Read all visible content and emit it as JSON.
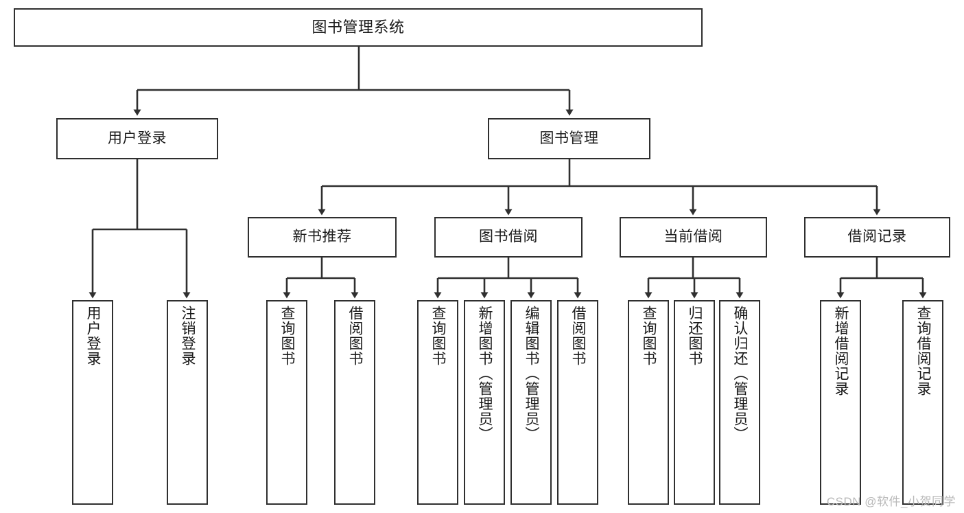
{
  "diagram": {
    "title": "图书管理系统",
    "type": "tree-structure-chart",
    "stroke_color": "#2f2f2f",
    "background_color": "#ffffff",
    "root": {
      "label": "图书管理系统"
    },
    "level2": [
      {
        "label": "用户登录"
      },
      {
        "label": "图书管理"
      }
    ],
    "level3": [
      {
        "label": "新书推荐"
      },
      {
        "label": "图书借阅"
      },
      {
        "label": "当前借阅"
      },
      {
        "label": "借阅记录"
      }
    ],
    "leaves": {
      "user_login": [
        {
          "label": "用户登录"
        },
        {
          "label": "注销登录"
        }
      ],
      "new_book_recommend": [
        {
          "label": "查询图书"
        },
        {
          "label": "借阅图书"
        }
      ],
      "book_borrow": [
        {
          "label": "查询图书"
        },
        {
          "label": "新增图书（管理员）"
        },
        {
          "label": "编辑图书（管理员）"
        },
        {
          "label": "借阅图书"
        }
      ],
      "current_borrow": [
        {
          "label": "查询图书"
        },
        {
          "label": "归还图书"
        },
        {
          "label": "确认归还（管理员）"
        }
      ],
      "borrow_record": [
        {
          "label": "新增借阅记录"
        },
        {
          "label": "查询借阅记录"
        }
      ]
    }
  },
  "watermark": {
    "text": "CSDN @软件_小贺同学"
  }
}
